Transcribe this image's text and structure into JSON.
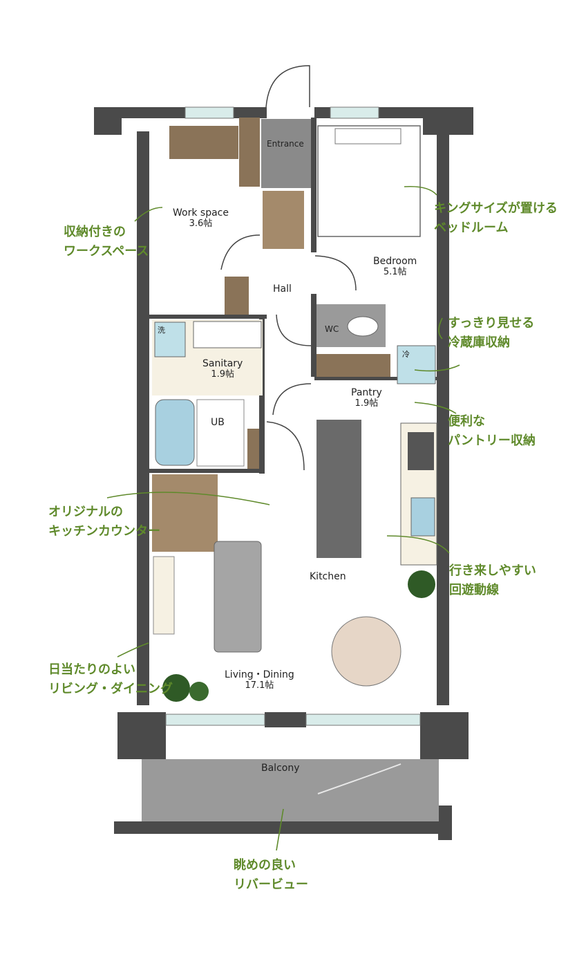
{
  "rooms": {
    "entrance": "Entrance",
    "workspace": {
      "name": "Work space",
      "area": "3.6帖"
    },
    "bedroom": {
      "name": "Bedroom",
      "area": "5.1帖"
    },
    "hall": "Hall",
    "wc": "WC",
    "sanitary": {
      "name": "Sanitary",
      "area": "1.9帖"
    },
    "wash_mark": "洗",
    "fridge_mark": "冷",
    "ub": "UB",
    "pantry": {
      "name": "Pantry",
      "area": "1.9帖"
    },
    "kitchen": "Kitchen",
    "living": {
      "name": "Living・Dining",
      "area": "17.1帖"
    },
    "balcony": "Balcony"
  },
  "notes": {
    "workspace": [
      "収納付きの",
      "ワークスペース"
    ],
    "bedroom": [
      "キングサイズが置ける",
      "ベッドルーム"
    ],
    "fridge": [
      "すっきり見せる",
      "冷蔵庫収納"
    ],
    "pantry": [
      "便利な",
      "パントリー収納"
    ],
    "counter": [
      "オリジナルの",
      "キッチンカウンター"
    ],
    "circulation": [
      "行き来しやすい",
      "回遊動線"
    ],
    "living": [
      "日当たりのよい",
      "リビング・ダイニング"
    ],
    "view": [
      "眺めの良い",
      "リバービュー"
    ]
  },
  "colors": {
    "wall": "#4a4a4a",
    "wood": "#8a7358",
    "floor": "#ffffff",
    "tile": "#f6f1e3",
    "water": "#a8d0e0",
    "accent": "#5f8a2b",
    "balcony": "#9a9a9a"
  }
}
